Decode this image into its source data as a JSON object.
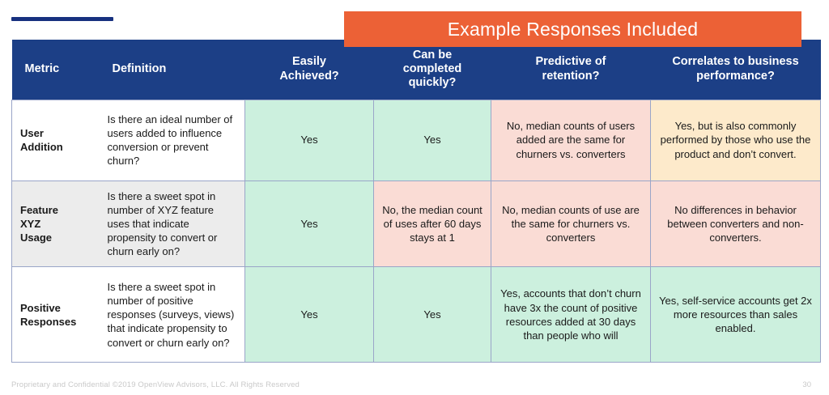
{
  "slide": {
    "callout": {
      "label": "Example Responses Included"
    },
    "accent_color": "#17317f",
    "callout_color": "#ec6136",
    "header_color": "#1c3f86"
  },
  "table": {
    "columns": [
      {
        "key": "metric",
        "label": "Metric"
      },
      {
        "key": "definition",
        "label": "Definition"
      },
      {
        "key": "easily_achieved",
        "label": "Easily\nAchieved?"
      },
      {
        "key": "completed_quickly",
        "label": "Can be\ncompleted\nquickly?"
      },
      {
        "key": "predictive_retention",
        "label": "Predictive of\nretention?"
      },
      {
        "key": "correlates_business",
        "label": "Correlates to business\nperformance?"
      }
    ],
    "column_labels": {
      "metric": "Metric",
      "definition": "Definition",
      "easily_achieved_l1": "Easily",
      "easily_achieved_l2": "Achieved?",
      "quickly_l1": "Can be",
      "quickly_l2": "completed",
      "quickly_l3": "quickly?",
      "predictive_l1": "Predictive of",
      "predictive_l2": "retention?",
      "correlates_l1": "Correlates to business",
      "correlates_l2": "performance?"
    },
    "rows": [
      {
        "metric": "User\nAddition",
        "metric_l1": "User",
        "metric_l2": "Addition",
        "definition": "Is there an ideal number of users added to influence conversion or prevent churn?",
        "easily_achieved": "Yes",
        "completed_quickly": "Yes",
        "predictive_retention": "No, median counts of users added are the same for churners vs. converters",
        "correlates_business": "Yes, but is also commonly performed by those who use the product and don’t convert."
      },
      {
        "metric": "Feature\nXYZ\nUsage",
        "metric_l1": "Feature",
        "metric_l2": "XYZ",
        "metric_l3": "Usage",
        "definition": "Is there a sweet spot in number of XYZ feature uses that indicate propensity to convert or churn early on?",
        "easily_achieved": "Yes",
        "completed_quickly": "No, the median count of uses after 60 days stays at 1",
        "predictive_retention": "No, median counts of use are the same for churners vs. converters",
        "correlates_business": "No differences in behavior between converters and non-converters."
      },
      {
        "metric": "Positive\nResponses",
        "metric_l1": "Positive",
        "metric_l2": "Responses",
        "definition": "Is there a sweet spot in number of positive responses (surveys, views) that indicate propensity to convert or churn early on?",
        "easily_achieved": "Yes",
        "completed_quickly": "Yes",
        "predictive_retention": "Yes, accounts that don’t churn have 3x the count of positive resources added at 30 days than people who will",
        "correlates_business": "Yes, self-service accounts get 2x more resources than sales enabled."
      }
    ]
  },
  "footer": {
    "copyright": "Proprietary and Confidential ©2019 OpenView Advisors, LLC. All Rights Reserved",
    "page_number": "30"
  }
}
